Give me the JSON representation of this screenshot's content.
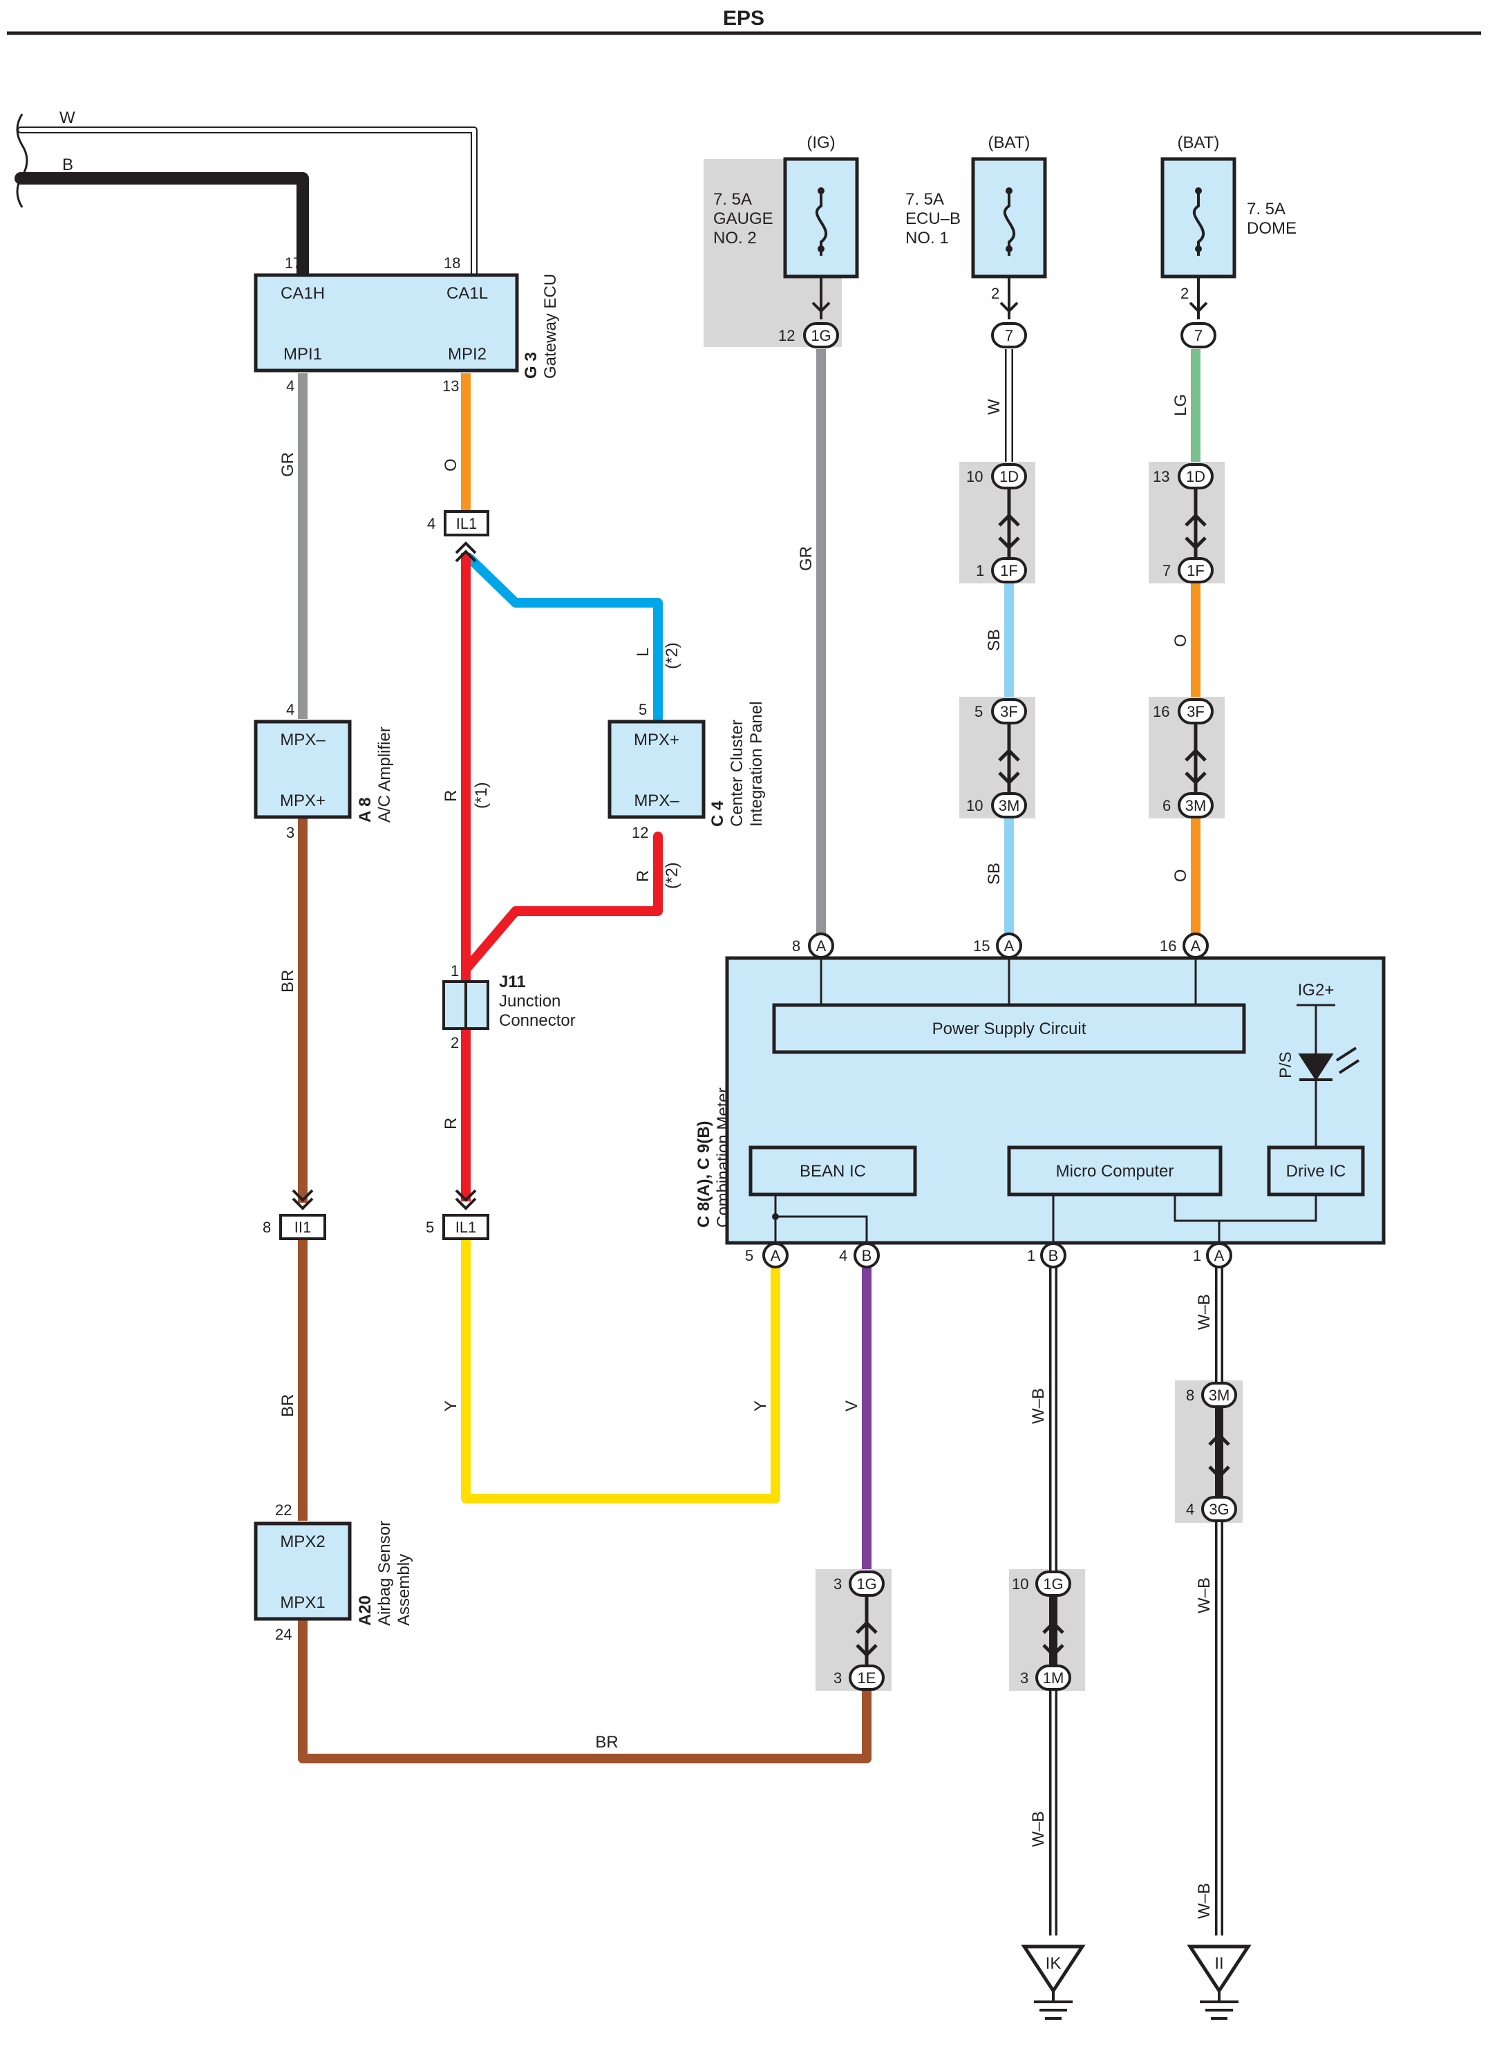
{
  "page_title": "EPS",
  "power_sources": {
    "ig": "(IG)",
    "bat1": "(BAT)",
    "bat2": "(BAT)"
  },
  "fuses": {
    "gauge": {
      "line1": "7. 5A",
      "line2": "GAUGE",
      "line3": "NO. 2",
      "pin": "12",
      "conn": "1G"
    },
    "ecub": {
      "line1": "7. 5A",
      "line2": "ECU–B",
      "line3": "NO. 1",
      "pin_top": "2",
      "conn": "7"
    },
    "dome": {
      "line1": "7. 5A",
      "line2": "DOME",
      "pin_top": "2",
      "conn": "7"
    }
  },
  "components": {
    "gateway": {
      "code": "G 3",
      "name": "Gateway ECU",
      "t1": "CA1H",
      "t2": "CA1L",
      "t3": "MPI1",
      "t4": "MPI2",
      "p1": "17",
      "p2": "18",
      "p3": "4",
      "p4": "13"
    },
    "ac_amp": {
      "code": "A 8",
      "name": "A/C Amplifier",
      "t1": "MPX–",
      "t2": "MPX+",
      "p1": "4",
      "p2": "3"
    },
    "center_cluster": {
      "code": "C 4",
      "name1": "Center Cluster",
      "name2": "Integration Panel",
      "t1": "MPX+",
      "t2": "MPX–",
      "p1": "5",
      "p2": "12"
    },
    "junction": {
      "code": "J11",
      "name1": "Junction",
      "name2": "Connector",
      "p1": "1",
      "p2": "2"
    },
    "airbag": {
      "code": "A20",
      "name1": "Airbag Sensor",
      "name2": "Assembly",
      "t1": "MPX2",
      "t2": "MPX1",
      "p1": "22",
      "p2": "24"
    },
    "combination_meter": {
      "code": "C 8(A), C 9(B)",
      "name": "Combination Meter",
      "power_supply": "Power Supply Circuit",
      "bean_ic": "BEAN IC",
      "micro": "Micro Computer",
      "drive_ic": "Drive IC",
      "ig2": "IG2+",
      "ps": "P/S",
      "top_pins": [
        {
          "pin": "8",
          "conn": "A"
        },
        {
          "pin": "15",
          "conn": "A"
        },
        {
          "pin": "16",
          "conn": "A"
        }
      ],
      "bottom_pins": [
        {
          "pin": "5",
          "conn": "A"
        },
        {
          "pin": "4",
          "conn": "B"
        },
        {
          "pin": "1",
          "conn": "B"
        },
        {
          "pin": "1",
          "conn": "A"
        }
      ]
    }
  },
  "inline_connectors": {
    "il1_top": {
      "pin": "4",
      "name": "IL1"
    },
    "ii1": {
      "pin": "8",
      "name": "II1"
    },
    "il1_bot": {
      "pin": "5",
      "name": "IL1"
    },
    "ecub_1d": {
      "pin": "10",
      "name": "1D"
    },
    "ecub_1f": {
      "pin": "1",
      "name": "1F"
    },
    "ecub_3f": {
      "pin": "5",
      "name": "3F"
    },
    "ecub_3m": {
      "pin": "10",
      "name": "3M"
    },
    "dome_1d": {
      "pin": "13",
      "name": "1D"
    },
    "dome_1f": {
      "pin": "7",
      "name": "1F"
    },
    "dome_3f": {
      "pin": "16",
      "name": "3F"
    },
    "dome_3m": {
      "pin": "6",
      "name": "3M"
    },
    "v_1g": {
      "pin": "3",
      "name": "1G"
    },
    "v_1e": {
      "pin": "3",
      "name": "1E"
    },
    "wb_1g": {
      "pin": "10",
      "name": "1G"
    },
    "wb_1m": {
      "pin": "3",
      "name": "1M"
    },
    "wb_3m": {
      "pin": "8",
      "name": "3M"
    },
    "wb_3g": {
      "pin": "4",
      "name": "3G"
    }
  },
  "wire_colors": {
    "w_top": "W",
    "b_top": "B",
    "gr_left": "GR",
    "o_left": "O",
    "l_cluster": "L",
    "star2": "(*2)",
    "star1": "(*1)",
    "r_main": "R",
    "r_cluster": "R",
    "r_lower": "R",
    "br_upper": "BR",
    "br_mid": "BR",
    "br_bottom": "BR",
    "y_left": "Y",
    "y_right": "Y",
    "v": "V",
    "gr_fuse": "GR",
    "w_ecub": "W",
    "sb1": "SB",
    "sb2": "SB",
    "lg": "LG",
    "o1": "O",
    "o2": "O",
    "wb1": "W–B",
    "wb2": "W–B",
    "wb3": "W–B",
    "wb4": "W–B",
    "wb5": "W–B"
  },
  "grounds": {
    "g1": "IK",
    "g2": "II"
  },
  "colors": {
    "R": "#ed1c24",
    "L": "#00a6e8",
    "O": "#f7941d",
    "GR": "#939598",
    "BR": "#a0522d",
    "Y": "#ffde00",
    "V": "#7f3f98",
    "SB": "#8fd3f2",
    "LG": "#79c08c",
    "B": "#231f20",
    "box": "#c9e9f9"
  }
}
